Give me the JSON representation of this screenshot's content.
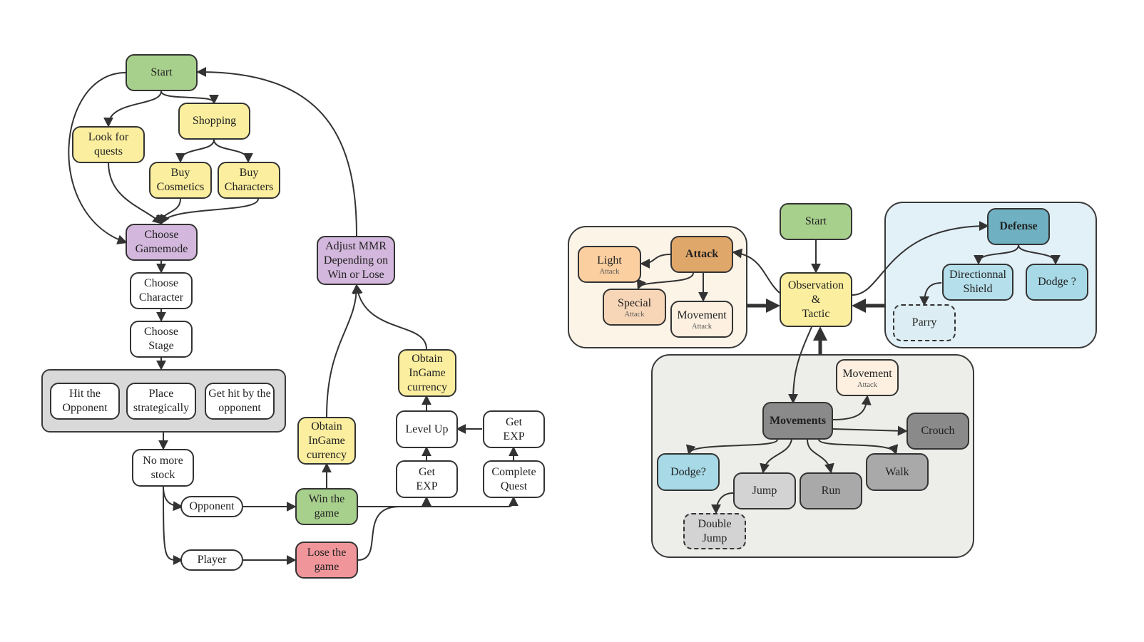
{
  "colors": {
    "green": "#a8d08d",
    "yellow": "#fbee9f",
    "purple": "#d3b7dc",
    "red": "#f0969b",
    "white": "#ffffff",
    "gray_group": "#d9d9d9",
    "attack_orange": "#e0a76a",
    "light_orange": "#fbcfa0",
    "special_orange": "#f7d6b8",
    "movement_attack": "#fdf0e0",
    "attack_group": "#fdf4e8",
    "defense_teal": "#6fb1c2",
    "directional_blue": "#b5dfea",
    "dodge_blue": "#a7d9e6",
    "parry_blue": "#dcedf3",
    "defense_group": "#e2f0f8",
    "movements_dark": "#8a8a8a",
    "movements_group": "#ededea",
    "mid_gray": "#a9a9a9",
    "light_gray": "#d3d3d3",
    "edge": "#333333"
  },
  "left": {
    "start": "Start",
    "look_for_quests": "Look for\nquests",
    "shopping": "Shopping",
    "buy_cosmetics": "Buy\nCosmetics",
    "buy_characters": "Buy\nCharacters",
    "choose_gamemode": "Choose\nGamemode",
    "choose_character": "Choose\nCharacter",
    "choose_stage": "Choose\nStage",
    "hit_opponent": "Hit the\nOpponent",
    "place_strategically": "Place\nstrategically",
    "get_hit": "Get hit by the\nopponent",
    "no_more_stock": "No more\nstock",
    "opponent": "Opponent",
    "player": "Player",
    "win": "Win the\ngame",
    "lose": "Lose the\ngame",
    "obtain_currency_1": "Obtain\nInGame\ncurrency",
    "adjust_mmr": "Adjust MMR\nDepending on\nWin or Lose",
    "obtain_currency_2": "Obtain\nInGame\ncurrency",
    "level_up": "Level Up",
    "get_exp_top": "Get\nEXP",
    "get_exp_bottom": "Get\nEXP",
    "complete_quest": "Complete\nQuest"
  },
  "right": {
    "start": "Start",
    "observation": "Observation\n&\nTactic",
    "attack": "Attack",
    "light": "Light",
    "light_sub": "Attack",
    "special": "Special",
    "special_sub": "Attack",
    "movement_attack": "Movement",
    "movement_attack_sub": "Attack",
    "defense": "Defense",
    "directional_shield": "Directionnal\nShield",
    "dodge_q": "Dodge ?",
    "parry": "Parry",
    "movements": "Movements",
    "movement_attack_2": "Movement",
    "movement_attack_2_sub": "Attack",
    "crouch": "Crouch",
    "dodge2": "Dodge?",
    "walk": "Walk",
    "jump": "Jump",
    "run": "Run",
    "double_jump": "Double\nJump"
  }
}
